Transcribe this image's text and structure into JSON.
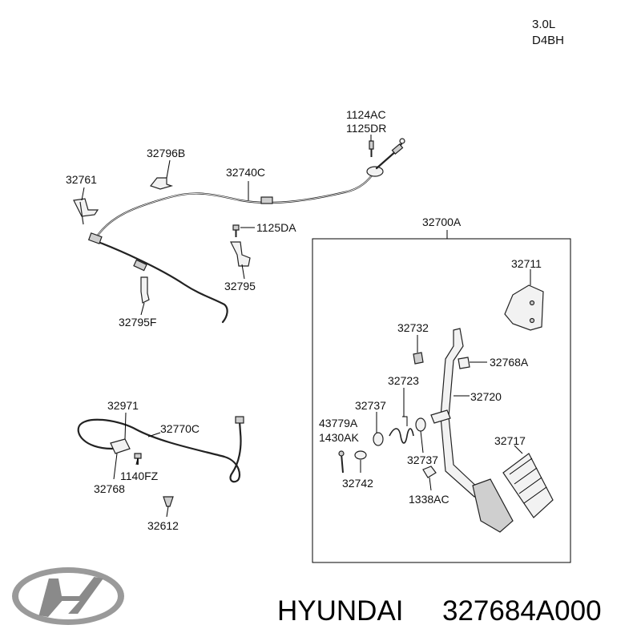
{
  "engine": {
    "displacement": "3.0L",
    "code": "D4BH"
  },
  "assembly_label": "32700A",
  "labels": {
    "p1124AC": "1124AC",
    "p1125DR": "1125DR",
    "p32796B": "32796B",
    "p32740C": "32740C",
    "p32761": "32761",
    "p1125DA": "1125DA",
    "p32795": "32795",
    "p32795F": "32795F",
    "p32711": "32711",
    "p32732": "32732",
    "p32768A": "32768A",
    "p32723": "32723",
    "p32720": "32720",
    "p32737a": "32737",
    "p43779A": "43779A",
    "p1430AK": "1430AK",
    "p32737b": "32737",
    "p32717": "32717",
    "p32742": "32742",
    "p1338AC": "1338AC",
    "p32971": "32971",
    "p32770C": "32770C",
    "p1140FZ": "1140FZ",
    "p32768": "32768",
    "p32612": "32612"
  },
  "brand": {
    "name": "HYUNDAI",
    "part_number": "327684A000",
    "logo": "hyundai-logo"
  },
  "colors": {
    "line": "#222222",
    "text": "#111111",
    "logo": "#8a8a8a"
  }
}
